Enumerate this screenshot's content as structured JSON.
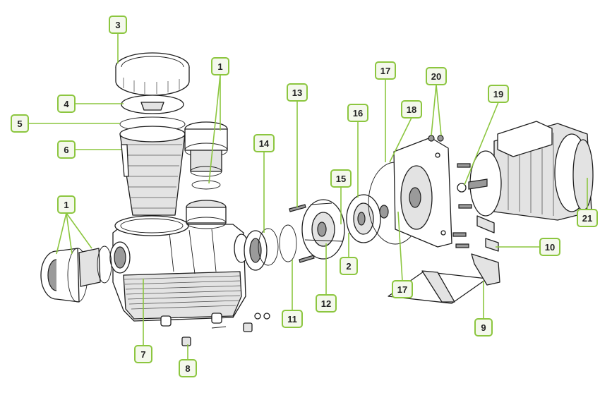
{
  "callouts": [
    {
      "id": "label-3",
      "text": "3"
    },
    {
      "id": "label-1-top",
      "text": "1"
    },
    {
      "id": "label-4",
      "text": "4"
    },
    {
      "id": "label-5",
      "text": "5"
    },
    {
      "id": "label-6",
      "text": "6"
    },
    {
      "id": "label-1-left",
      "text": "1"
    },
    {
      "id": "label-7",
      "text": "7"
    },
    {
      "id": "label-8",
      "text": "8"
    },
    {
      "id": "label-14",
      "text": "14"
    },
    {
      "id": "label-13",
      "text": "13"
    },
    {
      "id": "label-11",
      "text": "11"
    },
    {
      "id": "label-12",
      "text": "12"
    },
    {
      "id": "label-15",
      "text": "15"
    },
    {
      "id": "label-2",
      "text": "2"
    },
    {
      "id": "label-16",
      "text": "16"
    },
    {
      "id": "label-17-top",
      "text": "17"
    },
    {
      "id": "label-17-bottom",
      "text": "17"
    },
    {
      "id": "label-18",
      "text": "18"
    },
    {
      "id": "label-20",
      "text": "20"
    },
    {
      "id": "label-19",
      "text": "19"
    },
    {
      "id": "label-21",
      "text": "21"
    },
    {
      "id": "label-10",
      "text": "10"
    },
    {
      "id": "label-9",
      "text": "9"
    }
  ],
  "colors": {
    "accent": "#8cc63f",
    "line": "#1d1d1d",
    "background": "#ffffff"
  }
}
